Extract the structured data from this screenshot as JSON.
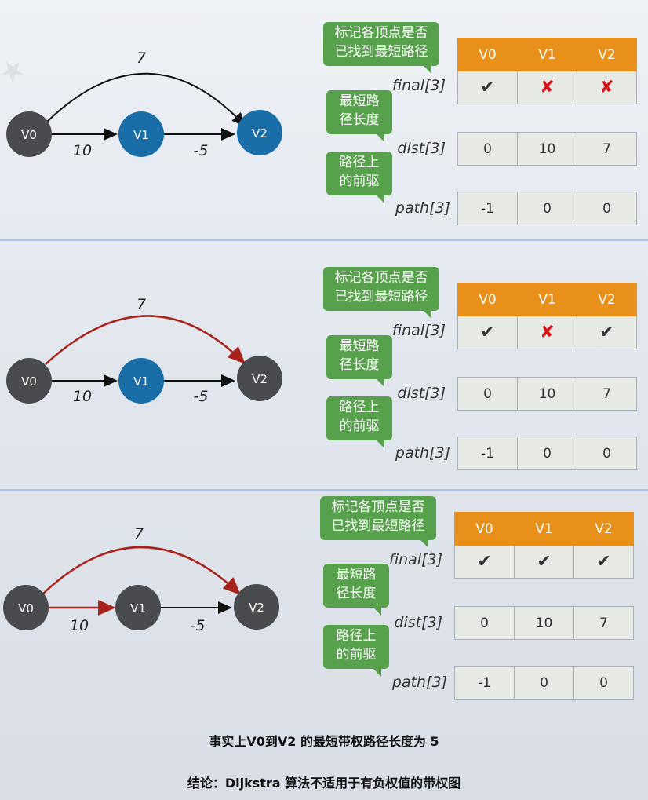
{
  "panels": [
    {
      "edges": {
        "e02": "7",
        "e01": "10",
        "e12": "-5"
      },
      "nodes": [
        "V0",
        "V1",
        "V2"
      ],
      "bubbles": {
        "final": [
          "标记各顶点是否",
          "已找到最短路径"
        ],
        "dist": [
          "最短路",
          "径长度"
        ],
        "path": [
          "路径上",
          "的前驱"
        ]
      },
      "row_labels": {
        "final": "final[3]",
        "dist": "dist[3]",
        "path": "path[3]"
      },
      "header": [
        "V0",
        "V1",
        "V2"
      ],
      "final": [
        "✔",
        "✘",
        "✘"
      ],
      "dist": [
        "0",
        "10",
        "7"
      ],
      "path": [
        "-1",
        "0",
        "0"
      ]
    },
    {
      "edges": {
        "e02": "7",
        "e01": "10",
        "e12": "-5"
      },
      "nodes": [
        "V0",
        "V1",
        "V2"
      ],
      "bubbles": {
        "final": [
          "标记各顶点是否",
          "已找到最短路径"
        ],
        "dist": [
          "最短路",
          "径长度"
        ],
        "path": [
          "路径上",
          "的前驱"
        ]
      },
      "row_labels": {
        "final": "final[3]",
        "dist": "dist[3]",
        "path": "path[3]"
      },
      "header": [
        "V0",
        "V1",
        "V2"
      ],
      "final": [
        "✔",
        "✘",
        "✔"
      ],
      "dist": [
        "0",
        "10",
        "7"
      ],
      "path": [
        "-1",
        "0",
        "0"
      ]
    },
    {
      "edges": {
        "e02": "7",
        "e01": "10",
        "e12": "-5"
      },
      "nodes": [
        "V0",
        "V1",
        "V2"
      ],
      "bubbles": {
        "final": [
          "标记各顶点是否",
          "已找到最短路径"
        ],
        "dist": [
          "最短路",
          "径长度"
        ],
        "path": [
          "路径上",
          "的前驱"
        ]
      },
      "row_labels": {
        "final": "final[3]",
        "dist": "dist[3]",
        "path": "path[3]"
      },
      "header": [
        "V0",
        "V1",
        "V2"
      ],
      "final": [
        "✔",
        "✔",
        "✔"
      ],
      "dist": [
        "0",
        "10",
        "7"
      ],
      "path": [
        "-1",
        "0",
        "0"
      ]
    }
  ],
  "notes": {
    "fact": "事实上V0到V2 的最短带权路径长度为 5",
    "conclusion": "结论：Dijkstra 算法不适用于有负权值的带权图"
  },
  "colors": {
    "node_dark": "#4a4b4f",
    "node_blue": "#1a6ea8",
    "edge_red": "#a8221c",
    "header_orange": "#e8901a",
    "bubble_green": "#57a04c"
  }
}
